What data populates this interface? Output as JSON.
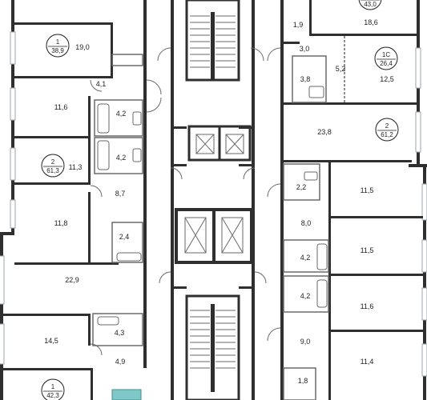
{
  "plan": {
    "colors": {
      "wall": "#2f2f2f",
      "thin": "#6a6a6a",
      "window": "#9aa4ab",
      "accent": "#7ec8c8",
      "paper": "#ffffff"
    },
    "apartments": [
      {
        "rooms": "1",
        "area": "38,9"
      },
      {
        "rooms": "2",
        "area": "61,3"
      },
      {
        "rooms": "1",
        "area": "42,3"
      },
      {
        "rooms": "",
        "area": "43,0"
      },
      {
        "rooms": "1С",
        "area": "26,4"
      },
      {
        "rooms": "2",
        "area": "61,2"
      }
    ],
    "room_areas": [
      "19,0",
      "4,1",
      "11,6",
      "4,2",
      "4,2",
      "11,3",
      "8,7",
      "11,8",
      "2,4",
      "22,9",
      "4,3",
      "14,5",
      "4,9",
      "18,6",
      "1,9",
      "3,0",
      "5,2",
      "3,8",
      "12,5",
      "23,8",
      "2,2",
      "11,5",
      "8,0",
      "11,5",
      "4,2",
      "4,2",
      "11,6",
      "9,0",
      "11,4",
      "1,8"
    ]
  }
}
